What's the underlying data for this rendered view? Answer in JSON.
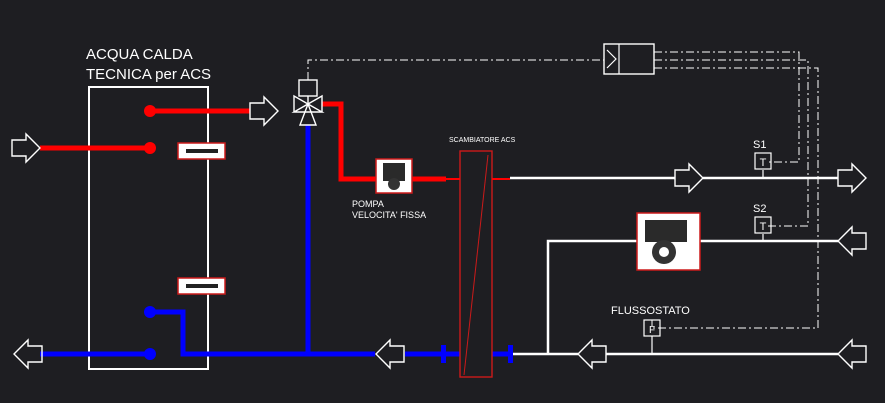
{
  "title_lines": [
    "ACQUA CALDA",
    "TECNICA per ACS"
  ],
  "labels": {
    "exchanger": "SCAMBIATORE ACS",
    "pump_line1": "POMPA",
    "pump_line2": "VELOCITA' FISSA",
    "sensor1": "S1",
    "sensor2": "S2",
    "sensor_letter": "T",
    "flow_switch": "FLUSSOSTATO",
    "flow_switch_letter": "F"
  },
  "colors": {
    "background": "#1e1e22",
    "hot_pipe": "#ff0000",
    "cold_pipe": "#0000ff",
    "line": "#ffffff",
    "exchanger": "#cc1a1a"
  },
  "icons": [
    "valve-icon",
    "pump-icon",
    "controller-icon",
    "immersion-heater-icon",
    "flow-arrow-icon"
  ]
}
